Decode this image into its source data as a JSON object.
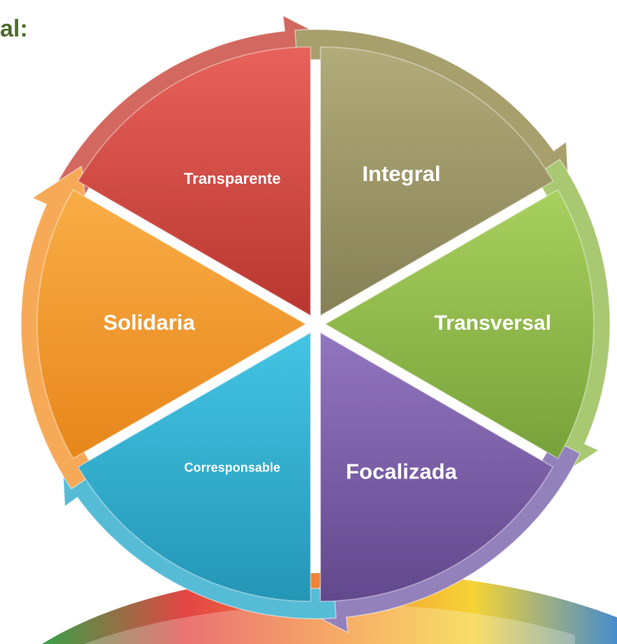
{
  "heading": "al:",
  "segments": [
    {
      "label": "Transparente",
      "color": "#d84a44",
      "arrow_color": "#d2685f"
    },
    {
      "label": "Integral",
      "color": "#a19a68",
      "arrow_color": "#a79f6c"
    },
    {
      "label": "Transversal",
      "color": "#93be4c",
      "arrow_color": "#a8c872"
    },
    {
      "label": "Focalizada",
      "color": "#7b5fa8",
      "arrow_color": "#9381bb"
    },
    {
      "label": "Corresponsable",
      "color": "#32b0d1",
      "arrow_color": "#56bcd6"
    },
    {
      "label": "Solidaria",
      "color": "#f49a2a",
      "arrow_color": "#f6aa57"
    }
  ]
}
